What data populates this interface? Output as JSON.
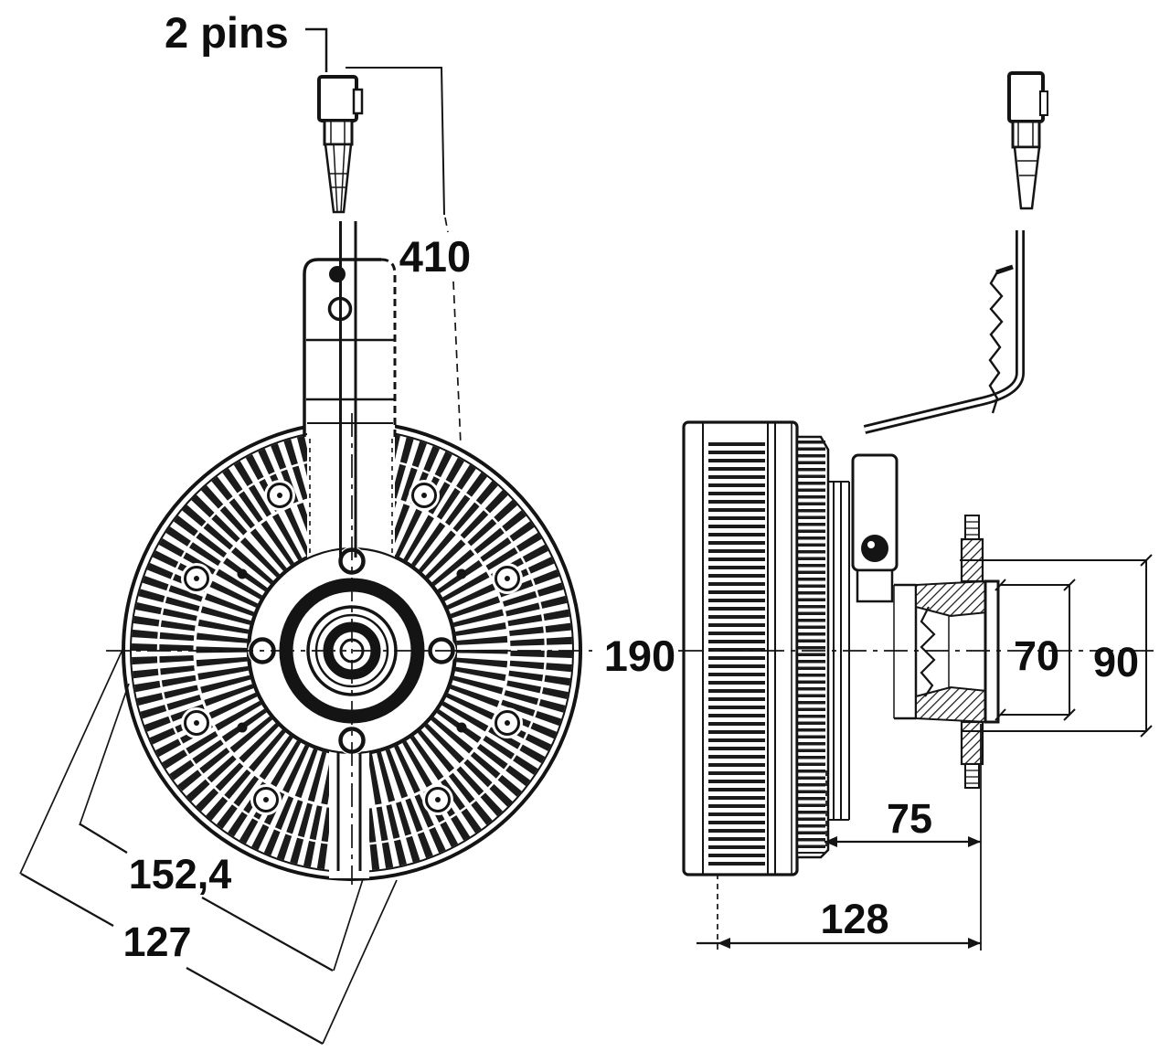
{
  "drawing": {
    "type": "technical-drawing",
    "part": "engine-fan-viscous-clutch",
    "views": [
      "front-view",
      "side-view"
    ],
    "line_color": "#141414",
    "background": "#ffffff"
  },
  "callouts": {
    "connector_pins": "2 pins"
  },
  "dimensions": {
    "connector_cable_length": "410",
    "clutch_diameter": "190",
    "mounting_pitch_inner": "152,4",
    "mounting_pitch_outer": "127",
    "hub_pilot_diameter": "70",
    "flange_diameter": "90",
    "clutch_depth": "75",
    "overall_depth": "128"
  }
}
